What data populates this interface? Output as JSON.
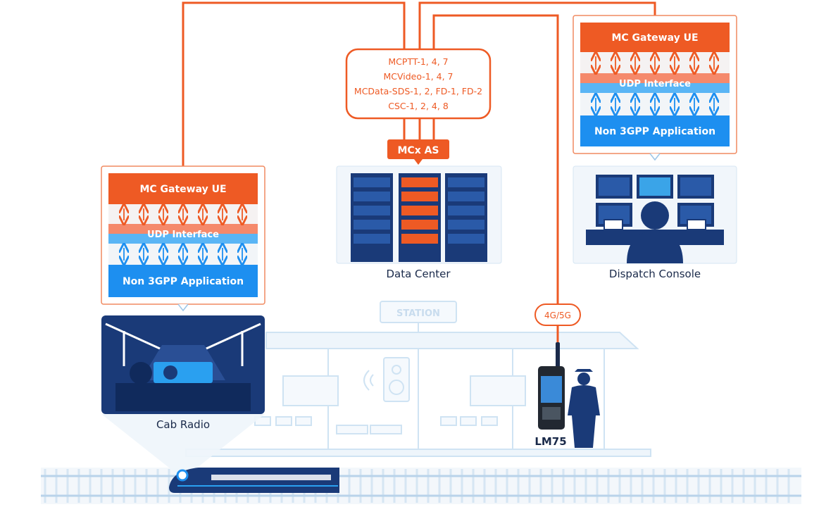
{
  "colors": {
    "orange": "#ee5a24",
    "orange_light": "#f5896b",
    "blue": "#1d8ff0",
    "blue_light": "#5ab5f5",
    "navy": "#1a3a78",
    "line_light": "#cfe3f3",
    "panel_bg": "#eef4fa"
  },
  "stack_left": {
    "top_label": "MC Gateway UE",
    "mid_label": "UDP Interface",
    "bottom_label": "Non 3GPP Application"
  },
  "stack_right": {
    "top_label": "MC Gateway UE",
    "mid_label": "UDP Interface",
    "bottom_label": "Non 3GPP Application"
  },
  "services": {
    "line1": "MCPTT-1, 4, 7",
    "line2": "MCVideo-1, 4, 7",
    "line3": "MCData-SDS-1, 2, FD-1, FD-2",
    "line4": "CSC-1, 2, 4, 8"
  },
  "mcx_as_label": "MCx AS",
  "data_center_label": "Data Center",
  "dispatch_console_label": "Dispatch Console",
  "cab_radio_label": "Cab Radio",
  "network_label": "4G/5G",
  "device_label": "LM75",
  "station_sign": "STATION"
}
